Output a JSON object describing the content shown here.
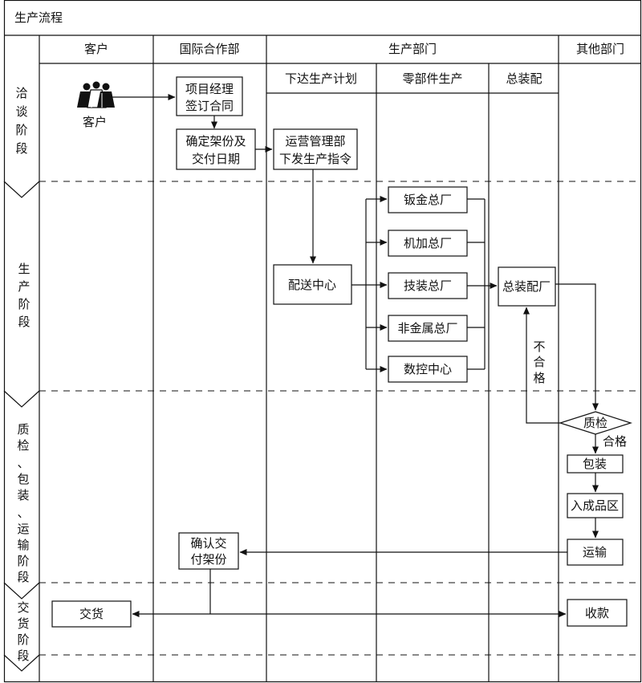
{
  "title": "生产流程",
  "columns": {
    "customer": "客户",
    "intl": "国际合作部",
    "production": "生产部门",
    "other": "其他部门",
    "plan": "下达生产计划",
    "parts": "零部件生产",
    "assembly": "总装配"
  },
  "stages": {
    "negotiation": [
      "洽",
      "谈",
      "阶",
      "段"
    ],
    "production": [
      "生",
      "产",
      "阶",
      "段"
    ],
    "qc": [
      "质",
      "检",
      "、",
      "包",
      "装",
      "、",
      "运",
      "输",
      "阶",
      "段"
    ],
    "delivery": [
      "交",
      "货",
      "阶",
      "段"
    ]
  },
  "actor": {
    "label": "客户",
    "icon": "people-icon"
  },
  "boxes": {
    "contract": [
      "项目经理",
      "签订合同"
    ],
    "price": [
      "确定架份及",
      "交付日期"
    ],
    "ops": [
      "运营管理部",
      "下发生产指令"
    ],
    "dist": "配送中心",
    "sheet": "钣金总厂",
    "machining": "机加总厂",
    "tech": "技装总厂",
    "nonmetal": "非金属总厂",
    "cnc": "数控中心",
    "final": "总装配厂",
    "qc": "质检",
    "pack": "包装",
    "store": "入成品区",
    "ship": "运输",
    "confirm": [
      "确认交",
      "付架份"
    ],
    "deliver": "交货",
    "payment": "收款"
  },
  "labels": {
    "fail": [
      "不",
      "合",
      "格"
    ],
    "pass": "合格"
  }
}
